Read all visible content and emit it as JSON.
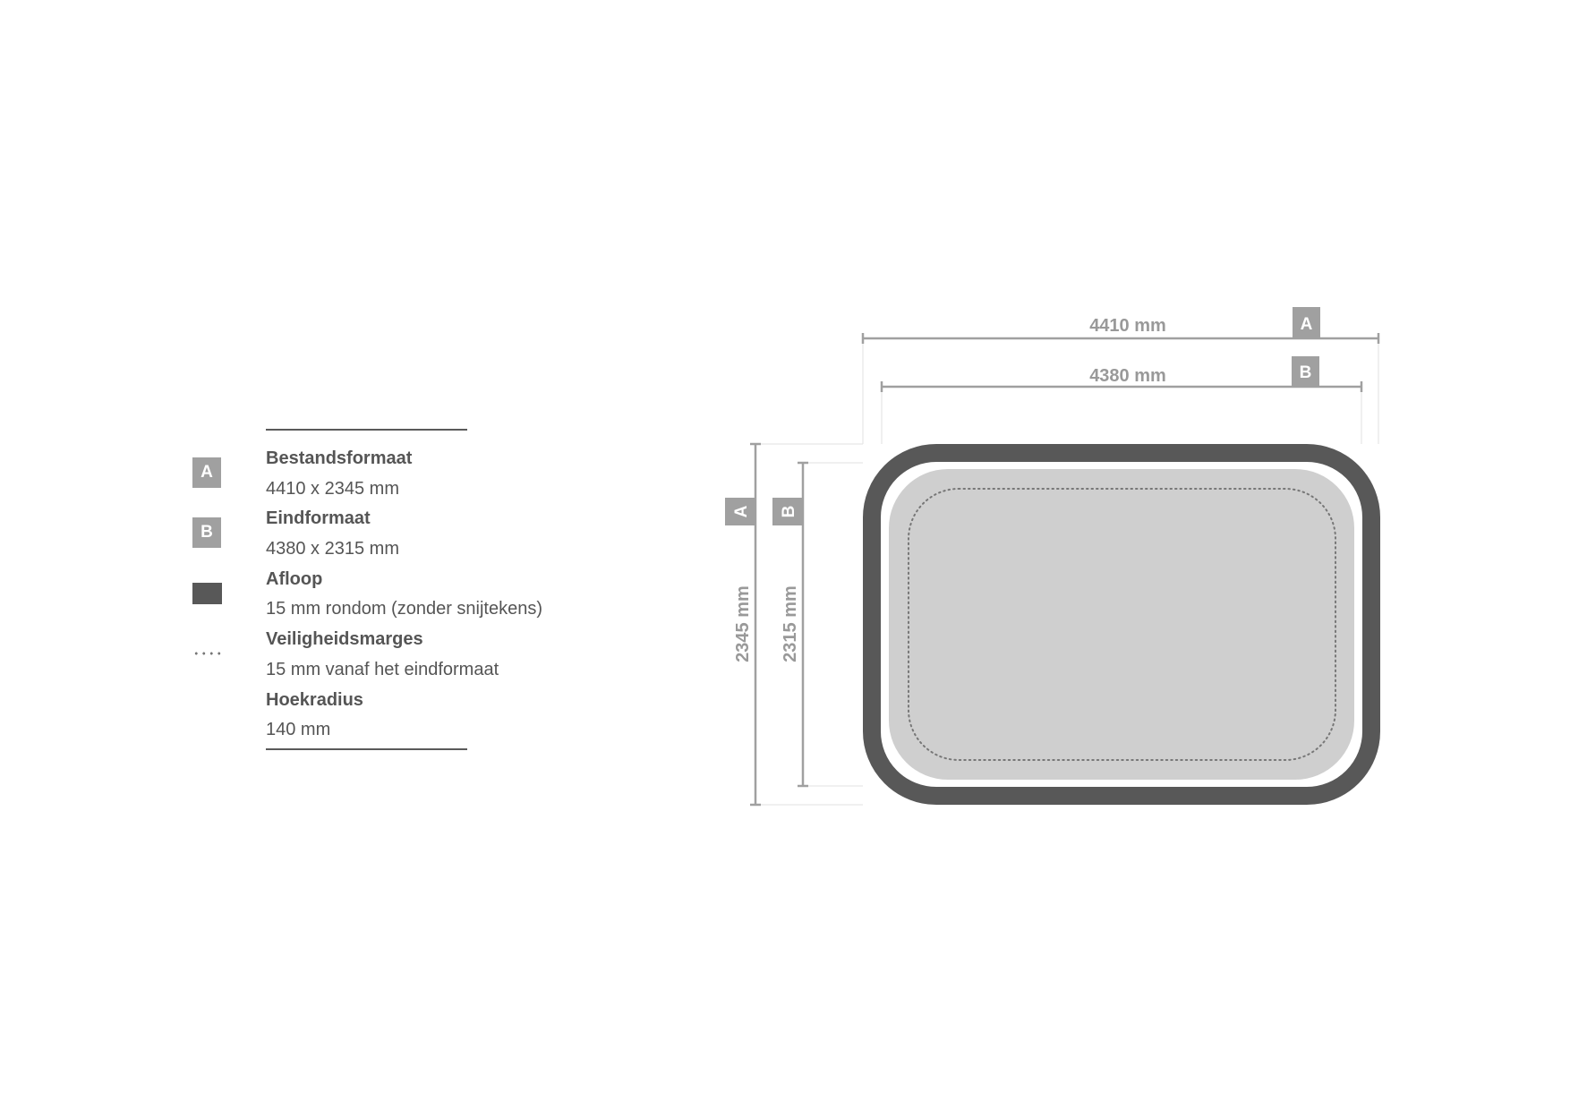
{
  "legend": {
    "items": [
      {
        "badge": "A",
        "title": "Bestandsformaat",
        "value": "4410 x 2345 mm"
      },
      {
        "badge": "B",
        "title": "Eindformaat",
        "value": "4380 x 2315 mm"
      },
      {
        "title": "Afloop",
        "value": "15 mm rondom (zonder snijtekens)"
      },
      {
        "title": "Veiligheidsmarges",
        "value": "15 mm vanaf het eindformaat"
      },
      {
        "title": "Hoekradius",
        "value": "140 mm"
      }
    ]
  },
  "diagram": {
    "width_a": "4410 mm",
    "width_b": "4380 mm",
    "height_a": "2345 mm",
    "height_b": "2315 mm",
    "badge_a": "A",
    "badge_b": "B"
  },
  "colors": {
    "bleed": "#585858",
    "badge": "#a0a0a0",
    "safe_area": "#cfcfcf",
    "text": "#555555"
  }
}
